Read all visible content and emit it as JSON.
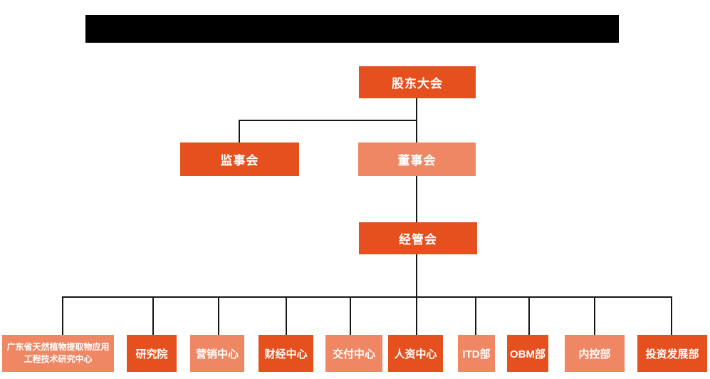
{
  "colors": {
    "dark_orange": "#E5501E",
    "light_orange": "#EF8765",
    "line": "#161616",
    "redacted_bar": "#000000"
  },
  "org": {
    "root": {
      "label": "股东大会",
      "variant": "dark_orange"
    },
    "supervisory_board": {
      "label": "监事会",
      "variant": "dark_orange"
    },
    "board_of_directors": {
      "label": "董事会",
      "variant": "light_orange"
    },
    "management_committee": {
      "label": "经管会",
      "variant": "dark_orange"
    },
    "departments": [
      {
        "label": "广东省天然植物提取物应用工程技术研究中心",
        "variant": "light_orange"
      },
      {
        "label": "研究院",
        "variant": "dark_orange"
      },
      {
        "label": "营销中心",
        "variant": "light_orange"
      },
      {
        "label": "财经中心",
        "variant": "dark_orange"
      },
      {
        "label": "交付中心",
        "variant": "light_orange"
      },
      {
        "label": "人资中心",
        "variant": "dark_orange"
      },
      {
        "label": "ITD部",
        "variant": "light_orange"
      },
      {
        "label": "OBM部",
        "variant": "dark_orange"
      },
      {
        "label": "内控部",
        "variant": "light_orange"
      },
      {
        "label": "投资发展部",
        "variant": "dark_orange"
      }
    ]
  }
}
